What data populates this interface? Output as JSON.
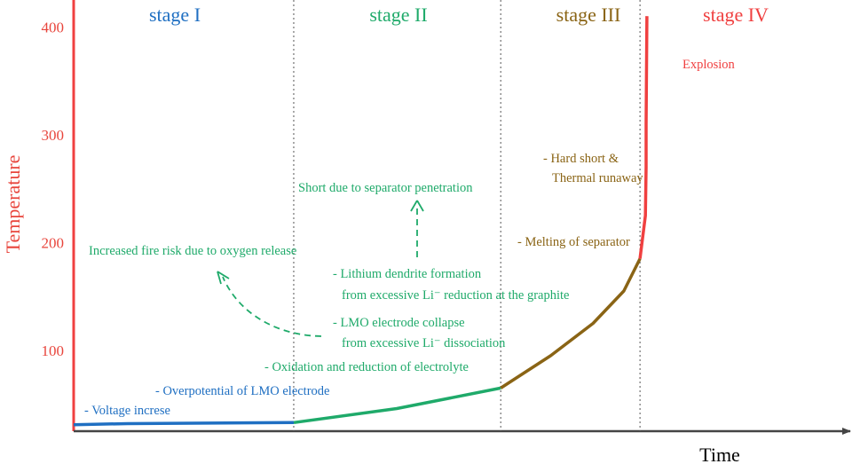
{
  "chart_data": {
    "type": "line",
    "title": "",
    "xlabel": "Time",
    "ylabel": "Temperature",
    "x_ticks": "none",
    "yticks": [
      100,
      200,
      300,
      400
    ],
    "ylim": [
      25,
      425
    ],
    "xlim": [
      0,
      100
    ],
    "grid": false,
    "stage_boundaries": [
      28.6,
      55.5,
      73.6
    ],
    "stages": [
      {
        "label": "stage I",
        "color": "#1f6fc2",
        "x": [
          0,
          28.6
        ],
        "values": [
          31,
          32,
          33
        ]
      },
      {
        "label": "stage II",
        "color": "#1faa6a",
        "x": [
          28.6,
          55.5
        ],
        "values": [
          33,
          45,
          65
        ]
      },
      {
        "label": "stage III",
        "color": "#8a6415",
        "x": [
          55.5,
          73.6
        ],
        "values": [
          65,
          95,
          125,
          155,
          185
        ]
      },
      {
        "label": "stage IV",
        "color": "#f04040",
        "x": [
          73.6,
          74.5
        ],
        "values": [
          185,
          225,
          310,
          410
        ]
      }
    ],
    "series": [
      {
        "stage": "stage I",
        "points": [
          [
            0,
            31
          ],
          [
            7,
            32
          ],
          [
            28.6,
            33
          ]
        ]
      },
      {
        "stage": "stage II",
        "points": [
          [
            28.6,
            33
          ],
          [
            42,
            46
          ],
          [
            55.5,
            65
          ]
        ]
      },
      {
        "stage": "stage III",
        "points": [
          [
            55.5,
            65
          ],
          [
            62,
            95
          ],
          [
            67.5,
            125
          ],
          [
            71.5,
            155
          ],
          [
            73.6,
            185
          ]
        ]
      },
      {
        "stage": "stage IV",
        "points": [
          [
            73.6,
            185
          ],
          [
            74.3,
            225
          ],
          [
            74.4,
            270
          ],
          [
            74.4,
            310
          ],
          [
            74.5,
            410
          ]
        ]
      }
    ],
    "annotations": [
      {
        "text": "- Voltage increse",
        "color": "#1f6fc2"
      },
      {
        "text": "- Overpotential of LMO electrode",
        "color": "#1f6fc2"
      },
      {
        "text": "- Oxidation and reduction of electrolyte",
        "color": "#1faa6a"
      },
      {
        "text": "- LMO electrode collapse",
        "color": "#1faa6a"
      },
      {
        "text": "from excessive Li⁻ dissociation",
        "color": "#1faa6a"
      },
      {
        "text": "- Lithium dendrite formation",
        "color": "#1faa6a"
      },
      {
        "text": "from excessive Li⁻ reduction at the graphite",
        "color": "#1faa6a"
      },
      {
        "text": "Increased fire risk due to oxygen release",
        "color": "#1faa6a"
      },
      {
        "text": "Short due to separator penetration",
        "color": "#1faa6a"
      },
      {
        "text": "- Melting of separator",
        "color": "#8a6415"
      },
      {
        "text": "- Hard short &",
        "color": "#8a6415"
      },
      {
        "text": "Thermal runaway",
        "color": "#8a6415"
      },
      {
        "text": "Explosion",
        "color": "#f04040"
      }
    ]
  },
  "colors": {
    "y_axis": "#f04040",
    "x_axis": "#444444",
    "stage_divider": "#555555",
    "arrow": "#1faa6a"
  }
}
